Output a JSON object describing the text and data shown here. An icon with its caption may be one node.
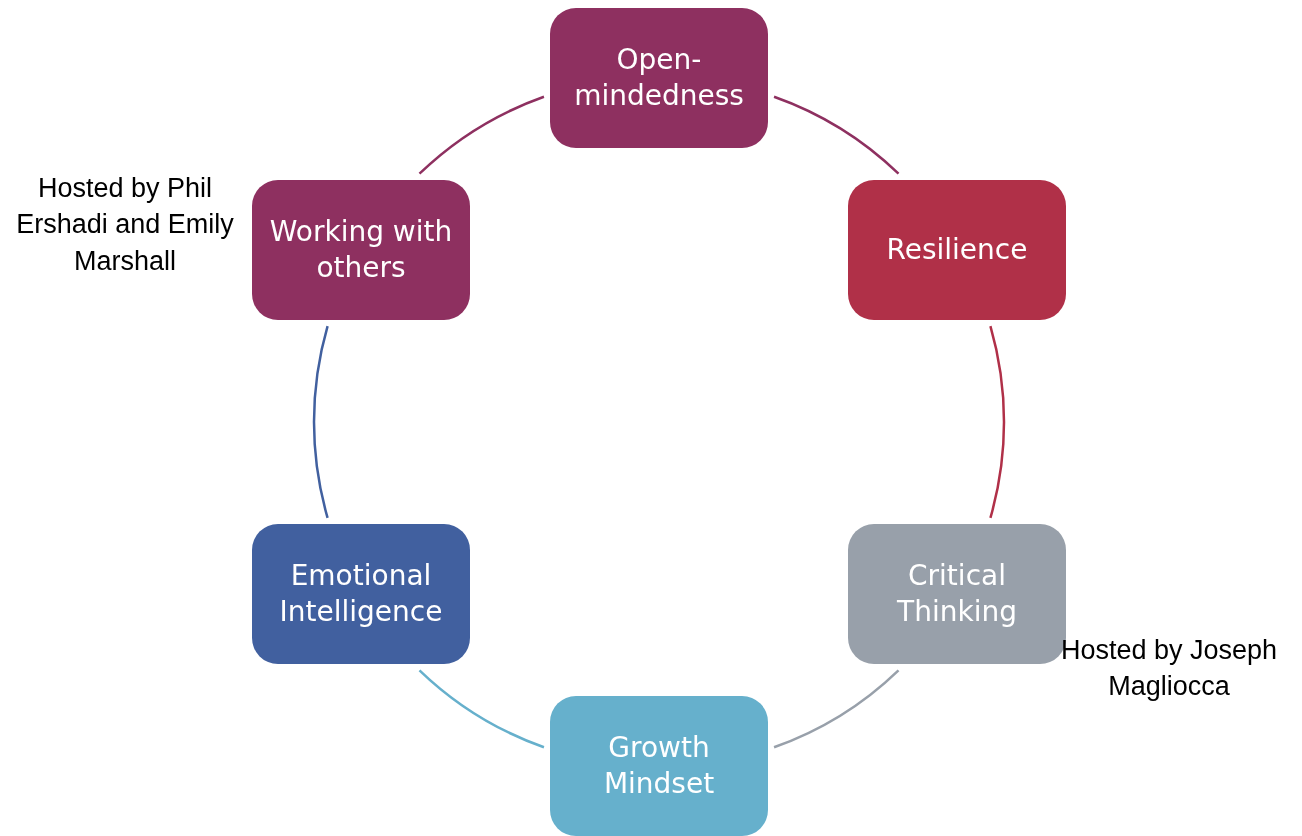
{
  "diagram": {
    "nodes": [
      {
        "text": [
          "Open-mindedness"
        ]
      },
      {
        "text": [
          "Resilience"
        ]
      },
      {
        "text": [
          "Critical Thinking"
        ],
        "beside": [
          "Hosted by Joseph Magliocca"
        ]
      },
      {
        "text": [
          "Growth Mindset"
        ]
      },
      {
        "text": [
          "Emotional Intelligence"
        ]
      },
      {
        "text": [
          "Working with others"
        ],
        "beside": [
          "Hosted by Phil Ershadi and Emily Marshall"
        ]
      }
    ],
    "edges": [
      {
        "from": 0,
        "to": 1,
        "arrow": "none",
        "color": "#8e3060"
      },
      {
        "from": 1,
        "to": 2,
        "arrow": "none",
        "color": "#b03048"
      },
      {
        "from": 2,
        "to": 3,
        "arrow": "none",
        "color": "#98a0aa"
      },
      {
        "from": 3,
        "to": 4,
        "arrow": "none",
        "color": "#66b0cc"
      },
      {
        "from": 4,
        "to": 5,
        "arrow": "none",
        "color": "#41609f"
      },
      {
        "from": 5,
        "to": 0,
        "arrow": "none",
        "color": "#8e3060"
      }
    ]
  }
}
